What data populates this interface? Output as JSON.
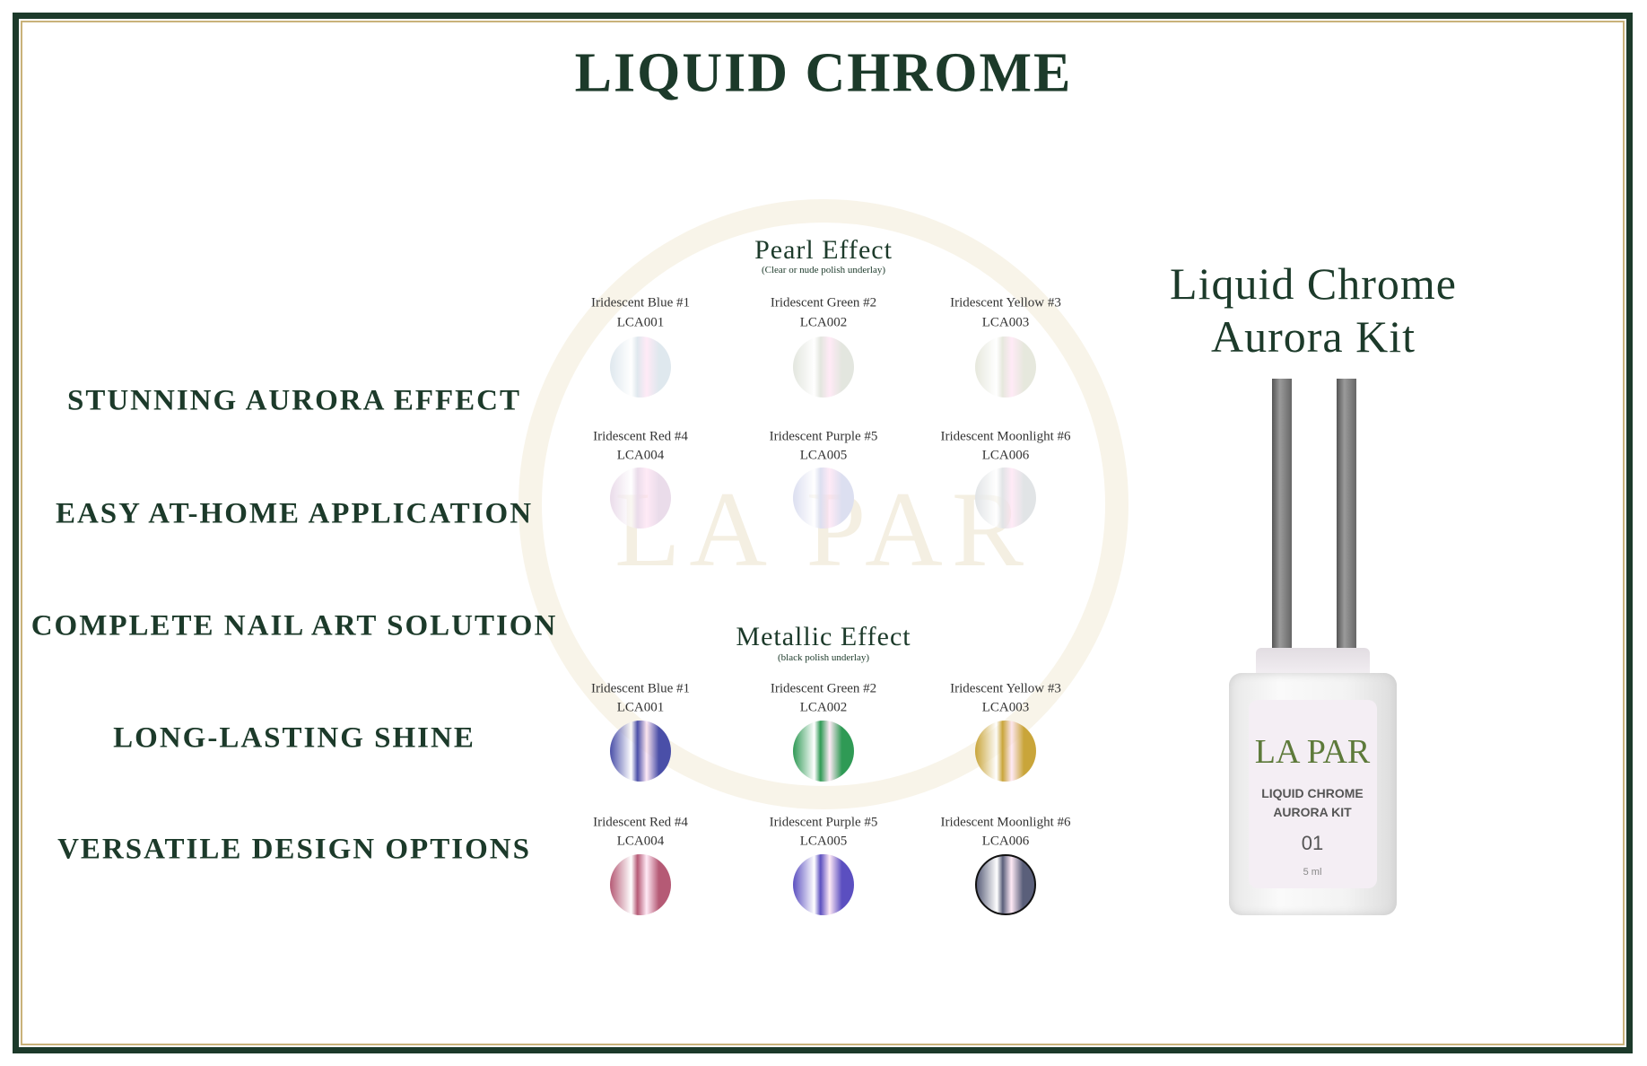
{
  "title": "LIQUID CHROME",
  "features": [
    "STUNNING AURORA EFFECT",
    "EASY AT-HOME APPLICATION",
    "COMPLETE NAIL ART SOLUTION",
    "LONG-LASTING SHINE",
    "VERSATILE DESIGN OPTIONS"
  ],
  "watermark": "LA PAR",
  "pearl": {
    "title": "Pearl Effect",
    "subtitle": "(Clear or nude polish underlay)",
    "items": [
      {
        "name": "Iridescent Blue #1",
        "code": "LCA001",
        "color": "#dfe8ee"
      },
      {
        "name": "Iridescent Green #2",
        "code": "LCA002",
        "color": "#e3e6df"
      },
      {
        "name": "Iridescent Yellow #3",
        "code": "LCA003",
        "color": "#e6e8dd"
      },
      {
        "name": "Iridescent Red #4",
        "code": "LCA004",
        "color": "#eadcea"
      },
      {
        "name": "Iridescent Purple #5",
        "code": "LCA005",
        "color": "#dcdff0"
      },
      {
        "name": "Iridescent Moonlight #6",
        "code": "LCA006",
        "color": "#e1e4e6"
      }
    ]
  },
  "metallic": {
    "title": "Metallic Effect",
    "subtitle": "(black polish underlay)",
    "items": [
      {
        "name": "Iridescent Blue #1",
        "code": "LCA001",
        "color": "#4a4fa8"
      },
      {
        "name": "Iridescent Green #2",
        "code": "LCA002",
        "color": "#2f9a55"
      },
      {
        "name": "Iridescent Yellow #3",
        "code": "LCA003",
        "color": "#c9a53a"
      },
      {
        "name": "Iridescent Red #4",
        "code": "LCA004",
        "color": "#b55a75"
      },
      {
        "name": "Iridescent Purple #5",
        "code": "LCA005",
        "color": "#5b4fc0"
      },
      {
        "name": "Iridescent Moonlight #6",
        "code": "LCA006",
        "color": "#5a5f7a"
      }
    ]
  },
  "product": {
    "title_line1": "Liquid Chrome",
    "title_line2": "Aurora Kit",
    "label_brand": "LA PAR",
    "label_line1": "LIQUID CHROME",
    "label_line2": "AURORA KIT",
    "label_number": "01",
    "label_volume": "5 ml"
  }
}
